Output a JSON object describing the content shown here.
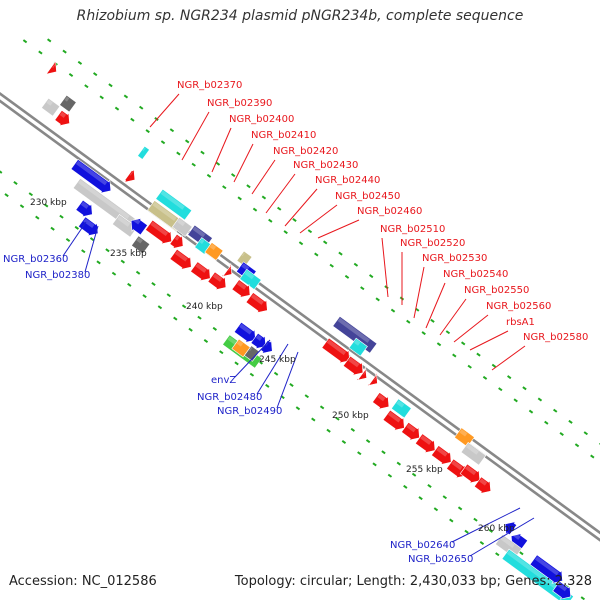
{
  "title": "Rhizobium sp. NGR234 plasmid pNGR234b, complete sequence",
  "footer": {
    "accession": "Accession: NC_012586",
    "summary": "Topology: circular; Length: 2,430,033 bp; Genes: 2,328"
  },
  "scale_ticks": [
    "230 kbp",
    "235 kbp",
    "240 kbp",
    "245 kbp",
    "250 kbp",
    "255 kbp",
    "260 kbp"
  ],
  "gene_labels_forward": [
    "NGR_b02370",
    "NGR_b02390",
    "NGR_b02400",
    "NGR_b02410",
    "NGR_b02420",
    "NGR_b02430",
    "NGR_b02440",
    "NGR_b02450",
    "NGR_b02460",
    "NGR_b02510",
    "NGR_b02520",
    "NGR_b02530",
    "NGR_b02540",
    "NGR_b02550",
    "NGR_b02560",
    "rbsA1",
    "NGR_b02580"
  ],
  "gene_labels_reverse": [
    "NGR_b02360",
    "NGR_b02380",
    "envZ",
    "NGR_b02480",
    "NGR_b02490",
    "NGR_b02640",
    "NGR_b02650"
  ],
  "colors": {
    "forward_cds": "#ee1111",
    "reverse_cds": "#1111dd",
    "backbone": "#888888",
    "tick_dots": "#22aa22",
    "gray_feature": "#c8c8c8",
    "cyan_feature": "#22dddd",
    "orange_feature": "#ff9922",
    "purple_feature": "#444499",
    "green_feature": "#44cc44",
    "tan_feature": "#c8c08a",
    "label_red": "#e8171d",
    "label_blue": "#1e22c8"
  }
}
